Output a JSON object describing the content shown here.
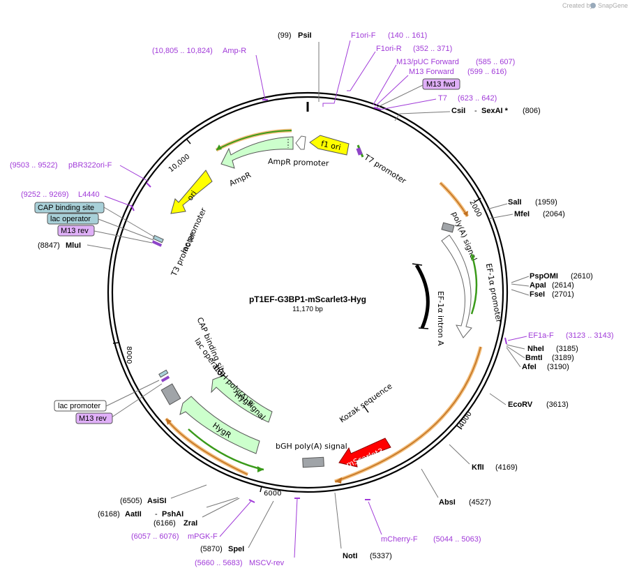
{
  "logo": {
    "created_by": "Created by",
    "brand": "SnapGene"
  },
  "plasmid": {
    "name": "pT1EF-G3BP1-mScarlet3-Hyg",
    "size": "11,170 bp"
  },
  "ticks": [
    "2000",
    "4000",
    "6000",
    "8000",
    "10,000"
  ],
  "sites": {
    "psii": {
      "pos": "(99)",
      "name": "PsiI"
    },
    "csii": {
      "name": "CsiI",
      "sep": "-",
      "name2": "SexAI *",
      "pos": "(806)"
    },
    "sali": {
      "name": "SalI",
      "pos": "(1959)"
    },
    "mfei": {
      "name": "MfeI",
      "pos": "(2064)"
    },
    "pspomi": {
      "name": "PspOMI",
      "pos": "(2610)"
    },
    "apai": {
      "name": "ApaI",
      "pos": "(2614)"
    },
    "fsei": {
      "name": "FseI",
      "pos": "(2701)"
    },
    "nhei": {
      "name": "NheI",
      "pos": "(3185)"
    },
    "bmti": {
      "name": "BmtI",
      "pos": "(3189)"
    },
    "afei": {
      "name": "AfeI",
      "pos": "(3190)"
    },
    "ecorv": {
      "name": "EcoRV",
      "pos": "(3613)"
    },
    "kfli": {
      "name": "KflI",
      "pos": "(4169)"
    },
    "absi": {
      "name": "AbsI",
      "pos": "(4527)"
    },
    "noti": {
      "name": "NotI",
      "pos": "(5337)"
    },
    "spei": {
      "pos": "(5870)",
      "name": "SpeI"
    },
    "zrai": {
      "pos": "(6166)",
      "name": "ZraI"
    },
    "aatii": {
      "pos": "(6168)",
      "name": "AatII",
      "sep": "-",
      "name2": "PshAI"
    },
    "asisi": {
      "pos": "(6505)",
      "name": "AsiSI"
    },
    "mlui": {
      "pos": "(8847)",
      "name": "MluI"
    }
  },
  "primers": {
    "f1ori_f": {
      "name": "F1ori-F",
      "pos": "(140 .. 161)"
    },
    "f1ori_r": {
      "name": "F1ori-R",
      "pos": "(352 .. 371)"
    },
    "m13puc": {
      "name": "M13/pUC Forward",
      "pos": "(585 .. 607)"
    },
    "m13fwd_long": {
      "name": "M13 Forward",
      "pos": "(599 .. 616)"
    },
    "m13fwd_box": "M13 fwd",
    "t7": {
      "name": "T7",
      "pos": "(623 .. 642)"
    },
    "ampr": {
      "pos": "(10,805 .. 10,824)",
      "name": "Amp-R"
    },
    "pbr322": {
      "pos": "(9503 .. 9522)",
      "name": "pBR322ori-F"
    },
    "l4440": {
      "pos": "(9252 .. 9269)",
      "name": "L4440"
    },
    "ef1a": {
      "name": "EF1a-F",
      "pos": "(3123 .. 3143)"
    },
    "mcherry": {
      "name": "mCherry-F",
      "pos": "(5044 .. 5063)"
    },
    "mpgk": {
      "pos": "(6057 .. 6076)",
      "name": "mPGK-F"
    },
    "msCV": {
      "pos": "(5660 .. 5683)",
      "name": "MSCV-rev"
    }
  },
  "boxes": {
    "cap_top": "CAP binding site",
    "lacop_top": "lac operator",
    "m13rev_top": "M13 rev",
    "lacprom_bottom": "lac promoter",
    "m13rev_bottom": "M13 rev"
  },
  "features": {
    "f1ori": "f1 ori",
    "ampr_promoter": "AmpR promoter",
    "ampr": "AmpR",
    "ori": "ori",
    "t7_promoter": "T7 promoter",
    "lac_promoter": "lac promoter",
    "t3_promoter": "T3 promoter",
    "polya": "poly(A) signal",
    "ef1a_promoter": "EF-1α promoter",
    "ef1a_intron": "EF-1α intron A",
    "kozak": "Kozak sequence",
    "mscarlet3": "mScarlet3",
    "bgh_center": "bGH poly(A) signal",
    "bgh_left": "bGH poly(A) signal",
    "hygr_1": "HygR",
    "hygr_2": "HygR",
    "cap_left": "CAP binding site",
    "lacop_left": "lac operator"
  },
  "colors": {
    "backbone": "#000000",
    "primer": "#a03ad8",
    "ori": "#ffff00",
    "resistance": "#ccffcc",
    "mscarlet": "#ff0000",
    "polya_grey": "#a0a4a8",
    "orf_orange": "#f0b060",
    "orf_green": "#3a9a1a",
    "cap_blue": "#a8d0d8",
    "m13_purple": "#e0b0f8"
  }
}
